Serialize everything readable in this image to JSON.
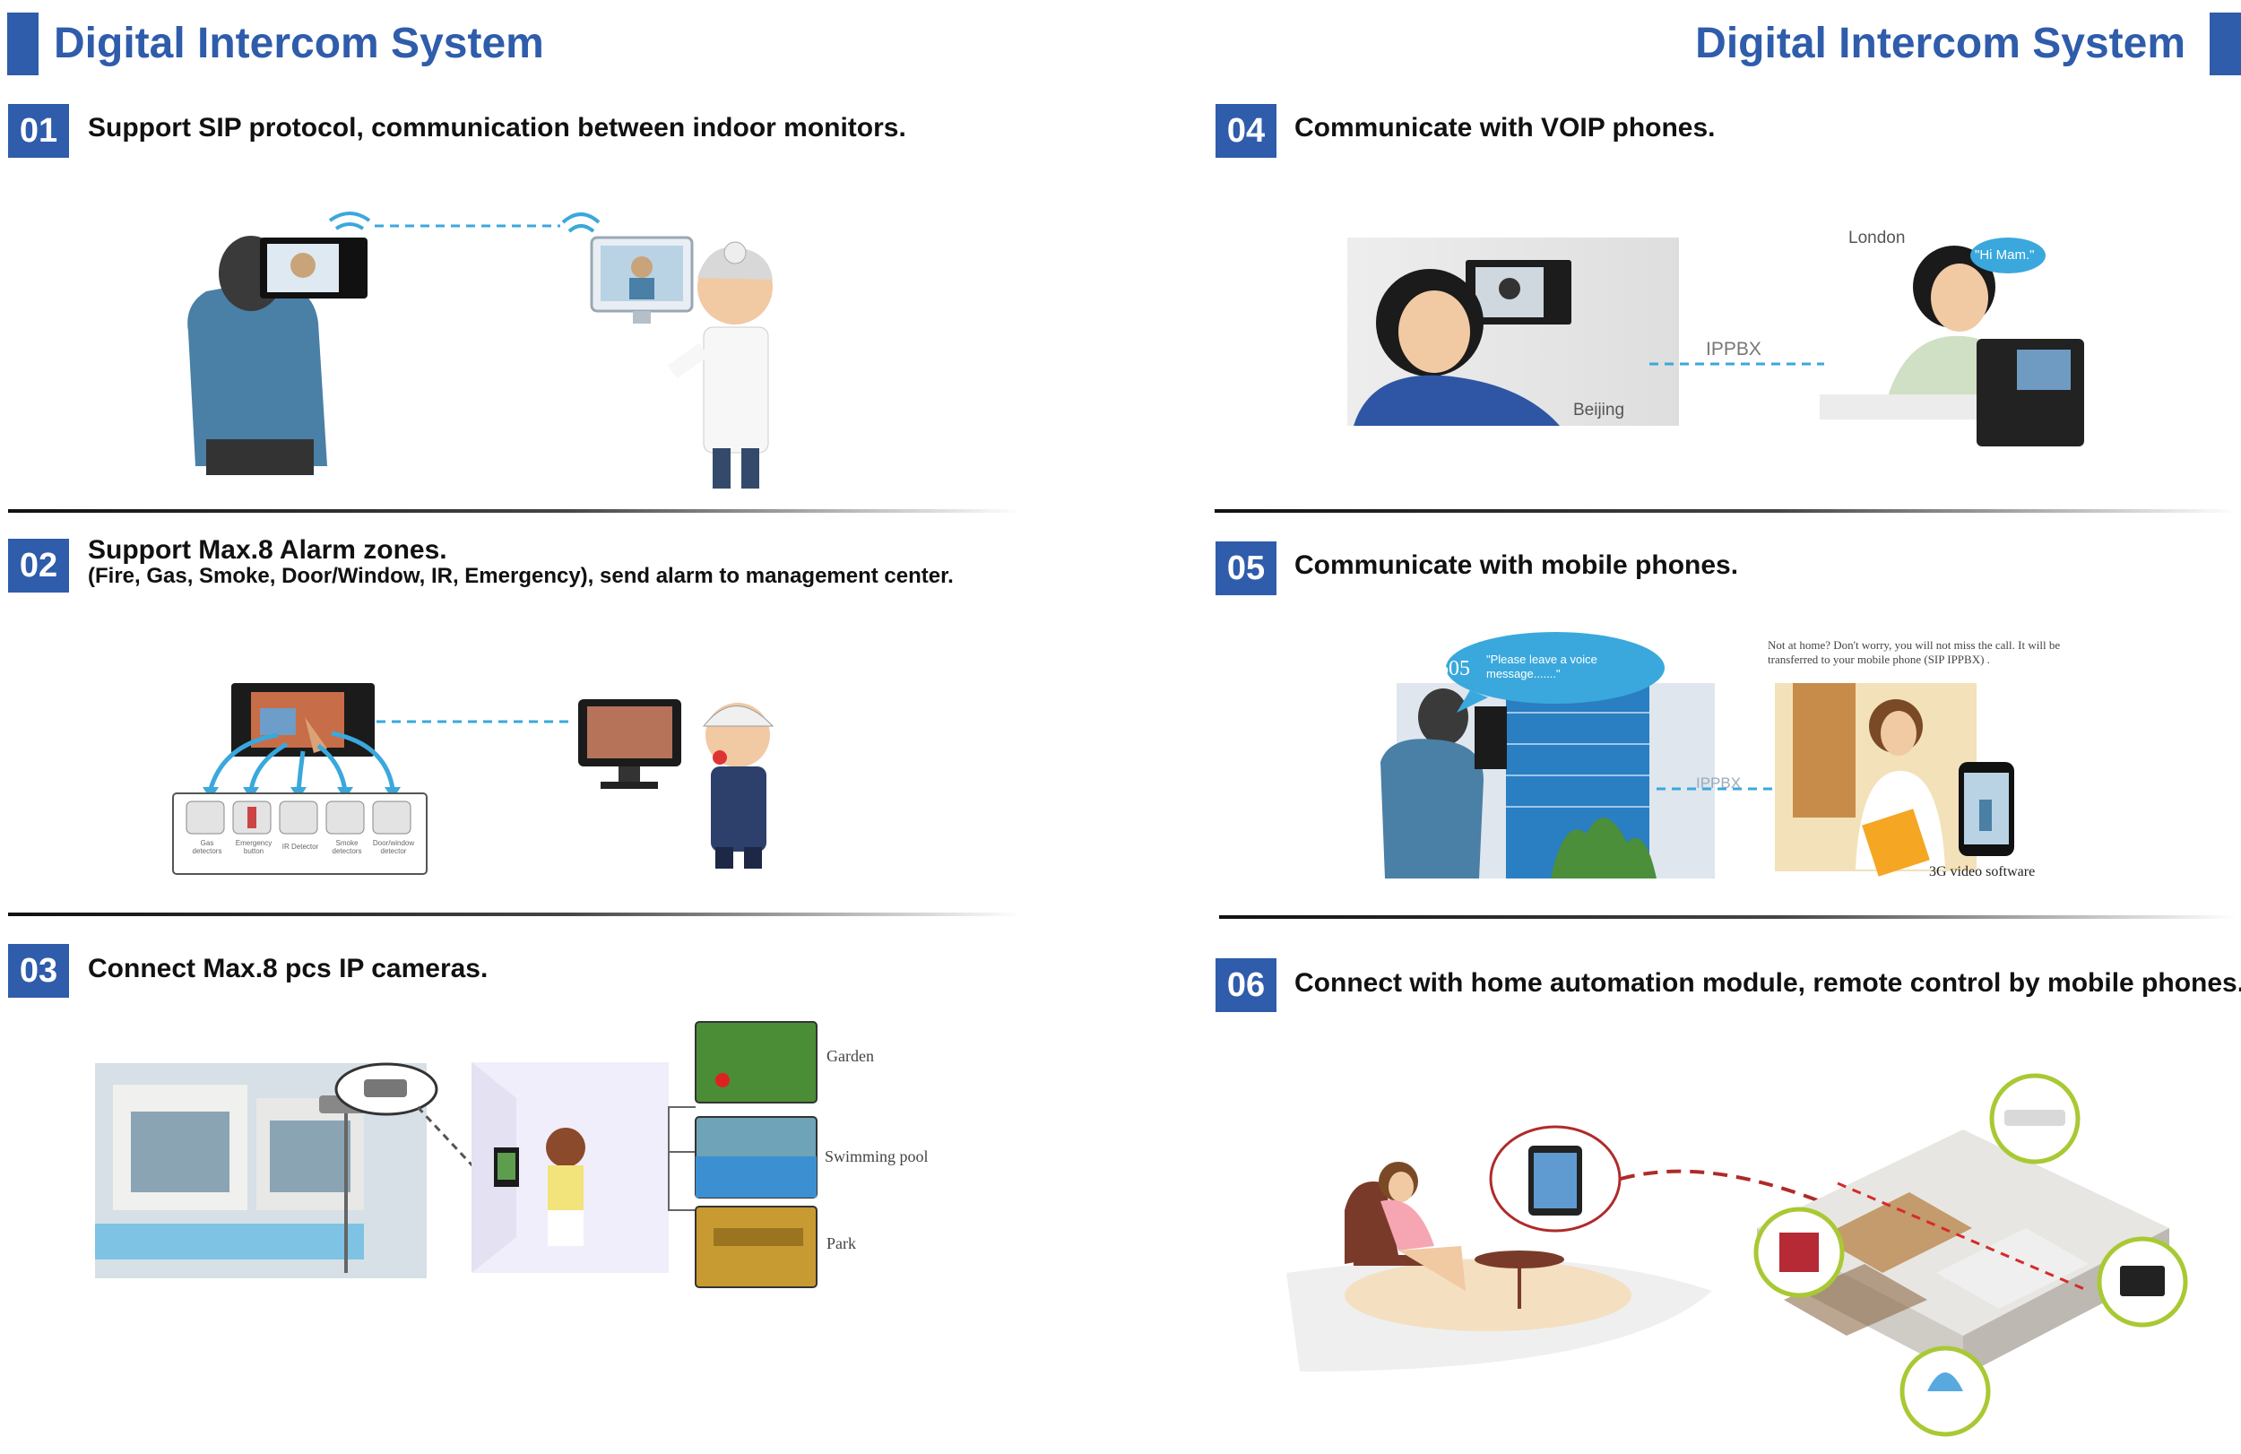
{
  "header": {
    "title_left": "Digital Intercom System",
    "title_right": "Digital Intercom System"
  },
  "colors": {
    "brand_blue": "#2f5cab",
    "dash_blue": "#3aa8dc",
    "dash_red": "#b02a2a",
    "lime": "#a8c933"
  },
  "features": [
    {
      "number": "01",
      "title": "Support SIP protocol, communication between indoor monitors.",
      "subtitle": ""
    },
    {
      "number": "02",
      "title": "Support Max.8 Alarm zones.",
      "subtitle": "(Fire, Gas, Smoke, Door/Window, IR, Emergency), send alarm to management center."
    },
    {
      "number": "03",
      "title": "Connect Max.8 pcs IP cameras.",
      "subtitle": ""
    },
    {
      "number": "04",
      "title": "Communicate with VOIP phones.",
      "subtitle": ""
    },
    {
      "number": "05",
      "title": "Communicate with mobile phones.",
      "subtitle": ""
    },
    {
      "number": "06",
      "title": "Connect with home automation module, remote control by mobile phones.",
      "subtitle": ""
    }
  ],
  "sensors": [
    "Gas detectors",
    "Emergency button",
    "IR Detector",
    "Smoke detectors",
    "Door/window detector"
  ],
  "cameras": [
    "Garden",
    "Swimming pool",
    "Park"
  ],
  "voip": {
    "city_a": "Beijing",
    "city_b": "London",
    "gateway": "IPPBX",
    "bubble": "\"Hi Mam.\""
  },
  "mobile": {
    "room": "605",
    "bubble": "\"Please leave a  voice message.......\"",
    "gateway": "IPPBX",
    "note": "Not at home? Don't worry, you will not miss the call. It will be transferred to your mobile phone (SIP IPPBX) .",
    "software": "3G video software"
  }
}
